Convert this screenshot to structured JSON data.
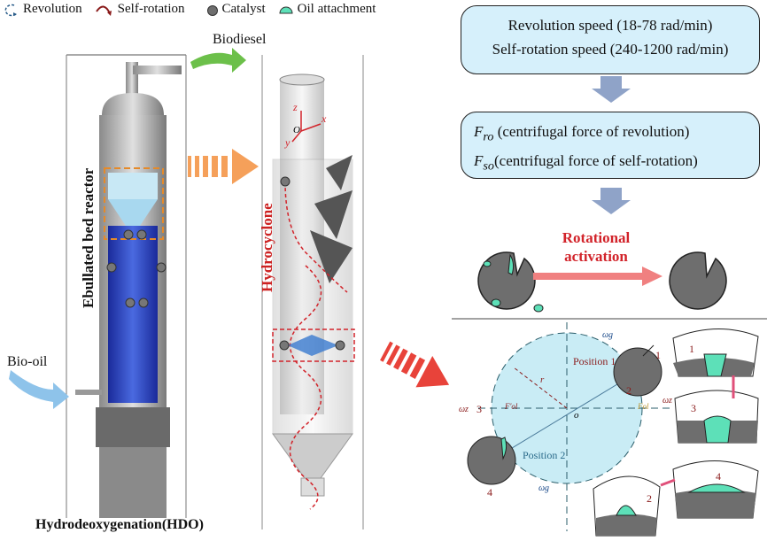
{
  "legend": {
    "revolution": "Revolution",
    "self_rotation": "Self-rotation",
    "catalyst": "Catalyst",
    "oil_attachment": "Oil attachment"
  },
  "left": {
    "biodiesel": "Biodiesel",
    "bio_oil": "Bio-oil",
    "reactor_label": "Ebullated bed reactor",
    "hydrocyclone_label": "Hydrocyclone",
    "caption": "Hydrodeoxygenation(HDO)",
    "axes": {
      "z": "z",
      "x": "x",
      "y": "y",
      "o": "O"
    }
  },
  "right": {
    "box1": {
      "line1": "Revolution speed (18-78 rad/min)",
      "line2": "Self-rotation speed (240-1200 rad/min)"
    },
    "box2": {
      "fro_sym": "F",
      "fro_sub": "ro",
      "fro_text": " (centrifugal force of revolution)",
      "fso_sym": "F",
      "fso_sub": "so",
      "fso_text": "(centrifugal force of self-rotation)"
    },
    "activation": {
      "line1": "Rotational",
      "line2": "activation"
    },
    "panel": {
      "position1": "Position 1",
      "position2": "Position 2",
      "origin": "o",
      "radius": "r",
      "omega_g": "ωg",
      "omega_z": "ωz",
      "n1": "1",
      "n2": "2",
      "n3": "3",
      "n4": "4",
      "f_ol": "F'ol",
      "f_ol2": "Fol"
    }
  },
  "colors": {
    "cyan_box": "#d6f0fb",
    "oil": "#5de0b8",
    "catalyst": "#6e6e6e",
    "red": "#d2232a",
    "orange": "#f5a05a",
    "arrow_blue": "#8fa3c8",
    "panel_circle": "#c9ecf5"
  }
}
